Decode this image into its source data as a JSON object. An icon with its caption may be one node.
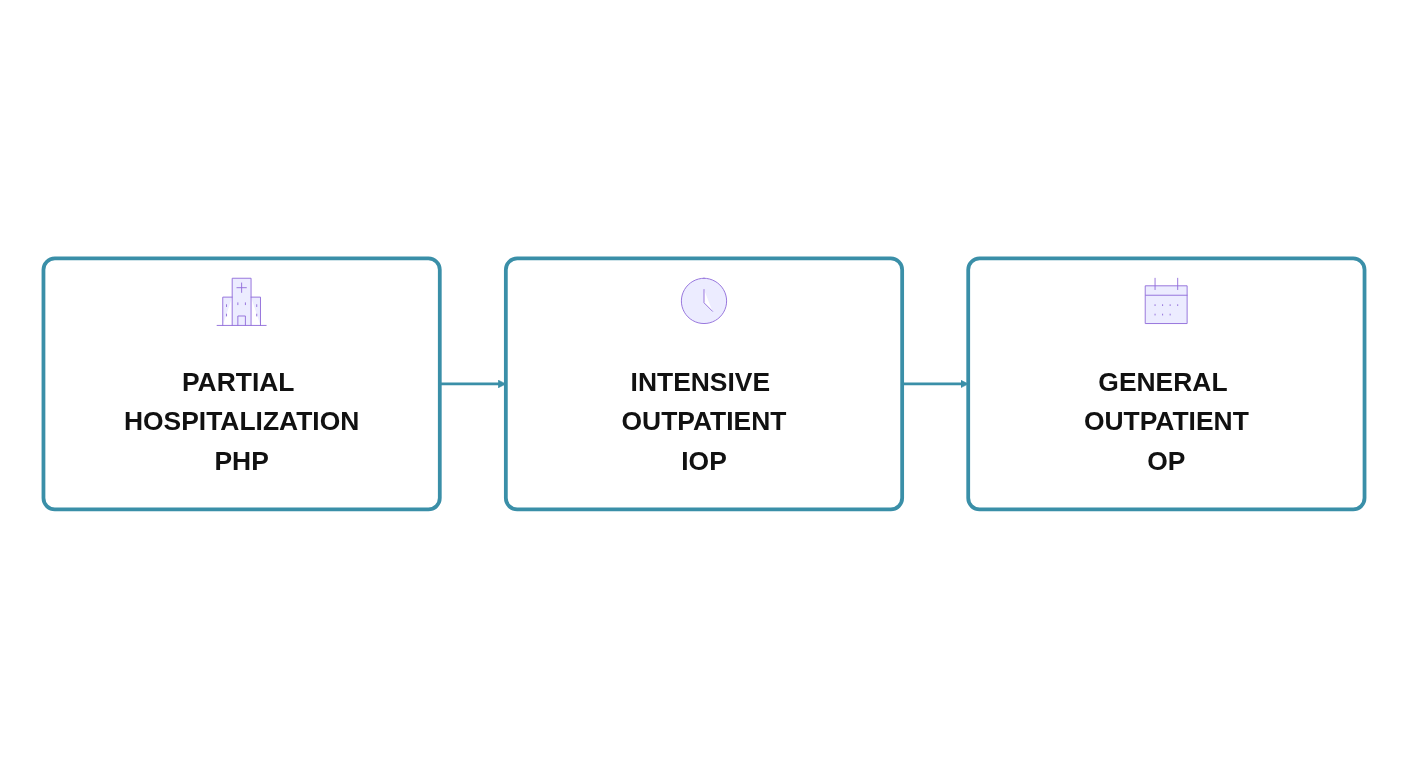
{
  "diagram": {
    "nodes": [
      {
        "text": [
          "PARTIAL HOSPITALIZATION",
          "PHP"
        ]
      },
      {
        "text": [
          "INTENSIVE OUTPATIENT",
          "IOP"
        ]
      },
      {
        "text": [
          "GENERAL OUTPATIENT",
          "OP"
        ]
      }
    ],
    "edges": [
      {
        "from": 0,
        "to": 1,
        "arrow": "to"
      },
      {
        "from": 1,
        "to": 2,
        "arrow": "to"
      }
    ]
  }
}
